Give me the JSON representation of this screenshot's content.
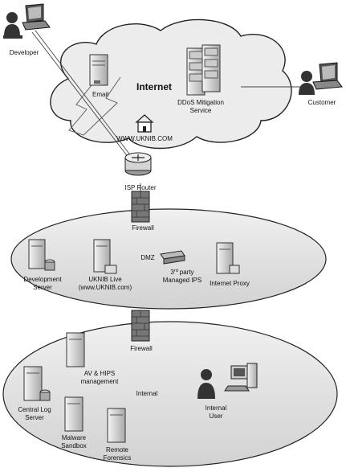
{
  "nodes": {
    "developer": "Developer",
    "customer": "Customer",
    "internet": "Internet",
    "email": "Email",
    "ddos_line1": "DDoS Mitigation",
    "ddos_line2": "Service",
    "website": "WWW.UKNIB.COM",
    "isp_router": "ISP Router",
    "firewall_top": "Firewall",
    "dmz": "DMZ",
    "dev_server_line1": "Development",
    "dev_server_line2": "Server",
    "uknib_live_line1": "UKNIB Live",
    "uknib_live_line2": "(www.UKNIB.com)",
    "ips_number": "3",
    "ips_sup": "rd",
    "ips_line1_rest": "party",
    "ips_line2": "Managed IPS",
    "internet_proxy": "Internet Proxy",
    "firewall_bottom": "Firewall",
    "av_line1": "AV & HIPS",
    "av_line2": "management",
    "internal": "Internal",
    "central_log_line1": "Central Log",
    "central_log_line2": "Server",
    "malware_line1": "Malware",
    "malware_line2": "Sandbox",
    "remote_line1": "Remote",
    "remote_line2": "Forensics",
    "internal_user_line1": "Internal",
    "internal_user_line2": "User"
  }
}
